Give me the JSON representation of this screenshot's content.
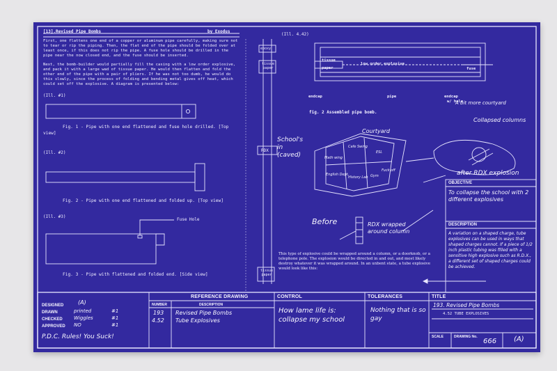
{
  "doc": {
    "header_left": "[13].Revised Pipe Bombs",
    "header_right": "by Exodus",
    "para1": "First, one flattens one end of a copper or aluminum pipe carefully, making sure not to tear or rip the piping. Then, the flat end of the pipe should be folded over at least once, if this does not rip the pipe. A fuse hole should be drilled in the pipe near the now closed end, and the fuse should be inserted.",
    "para2": "Next, the bomb-builder would partially fill the casing with a low order explosive, and pack it with a large wad of tissue paper. He would then flatten and fold the other end of the pipe with a pair of pliers. If he was not too dumb, he would do this slowly, since the process of folding and bending metal gives off heat, which could set off the explosive. A diagram is presented below:",
    "ill1": "(Ill.  #1)",
    "fig1": "Fig. 1 - Pipe with one end flattened and fuse hole drilled. [Top view]",
    "ill2": "(Ill.  #2)",
    "fig2": "Fig. 2 - Pipe with one end flattened and folded up. [Top view]",
    "ill3": "(Ill.  #3)",
    "fuse_hole": "Fuse Hole",
    "fig3": "Fig. 3 - Pipe with flattened and folded end. [Side view]"
  },
  "mid_column": {
    "epoxy": "epoxy",
    "tissue_paper_top": "tissue paper",
    "rdx": "RDX",
    "tissue_paper_bottom": "tissue paper"
  },
  "right": {
    "ill42": "(Ill. 4.42)",
    "tissue": "tissue",
    "paper": "paper",
    "low_order": "low order explosive",
    "fuse": "fuse",
    "endcap_left": "endcap",
    "pipe": "pipe",
    "endcap_right": "endcap",
    "w_hole": "w/ hole",
    "fig2": "fig. 2  Assembled pipe bomb.",
    "more_courtyard": "A bit more courtyard",
    "collapsed_columns": "Collapsed columns",
    "after_rdx": "after RDX explosion",
    "schools_in_caved": "School's in (caved)",
    "courtyard": "Courtyard",
    "rooms": [
      "Math wing",
      "ESL",
      "English Dept.",
      "History Lab",
      "Gym",
      "Fuck off",
      "Cafe Swing"
    ],
    "before": "Before",
    "rdx_wrapped": "RDX wrapped around column",
    "tube_text": "This type of explosive could be wrapped around a column, or a doorknob, or a telephone pole. The explosion would be directed in and out, and most likely destroy whatever it was wrapped around. In an unbent state, a tube explosive would look like this:"
  },
  "objective": {
    "header": "OBJECTIVE",
    "text": "To collapse the school with 2 different explosives"
  },
  "description": {
    "header": "DESCRIPTION",
    "text": "A variation on a shaped charge, tube explosives can be used in ways that shaped charges cannot. If a piece of 1/2 inch plastic tubing was filled with a sensitive high explosive such as R.D.X., a different set of shaped charges could be achieved."
  },
  "title_block": {
    "designed": "DESIGNED",
    "drawn": "DRAWN",
    "checked": "CHECKED",
    "approved": "APPROVED",
    "sig_designed": "(A)",
    "sig_drawn": "printed",
    "sig_checked": "Wiggles",
    "sig_approved": "NO",
    "sig_notes": [
      "#1",
      "#1",
      "#1"
    ],
    "motto": "P.D.C. Rules! You Suck!",
    "ref_header": "REFERENCE DRAWING",
    "number_col": "NUMBER",
    "desc_col": "DESCRIPTION",
    "refs": [
      {
        "number": "193",
        "desc": "Revised Pipe Bombs"
      },
      {
        "number": "4.52",
        "desc": "Tube Explosives"
      }
    ],
    "control_header": "CONTROL",
    "control_text": "How lame life is: collapse my school",
    "tolerances_header": "TOLERANCES",
    "tolerances_text": "Nothing that is so gay",
    "title_header": "TITLE",
    "title_line1": "193. Revised Pipe Bombs",
    "title_line2": "4.52  TUBE EXPLOSIVES",
    "scale": "SCALE",
    "drawing_no": "DRAWING No.",
    "sheet_no": "666",
    "rev_mark": "(A)"
  },
  "colors": {
    "paper": "#33299f",
    "ink": "#f1efff",
    "background": "#e7e6e8"
  }
}
